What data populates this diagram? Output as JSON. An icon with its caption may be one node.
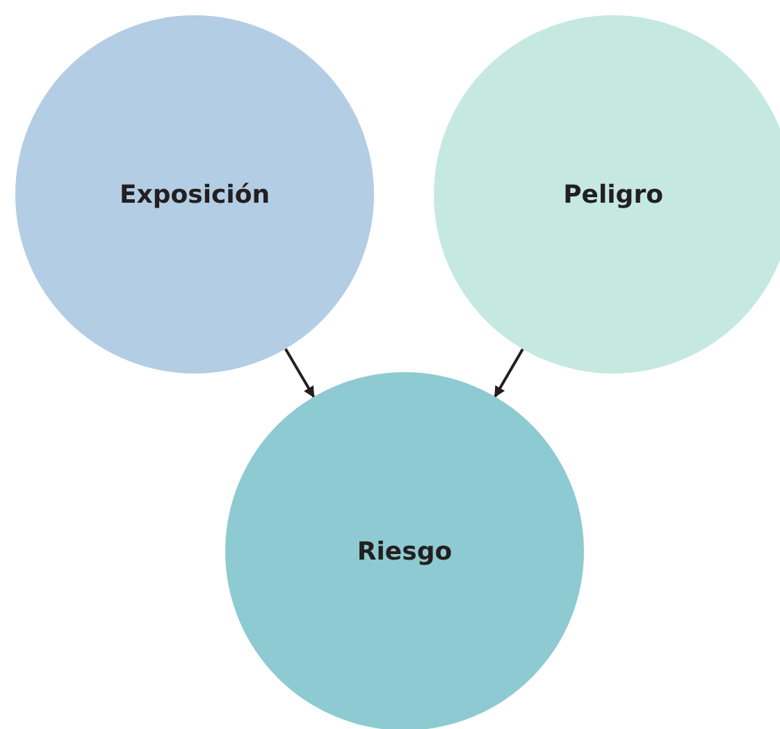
{
  "diagram": {
    "nodes": [
      {
        "text": [
          "Exposición"
        ]
      },
      {
        "text": [
          "Peligro"
        ]
      },
      {
        "text": [
          "Riesgo"
        ]
      }
    ],
    "edges": [
      {
        "from": 0,
        "to": 2,
        "arrow": "to"
      },
      {
        "from": 1,
        "to": 2,
        "arrow": "to"
      }
    ]
  }
}
